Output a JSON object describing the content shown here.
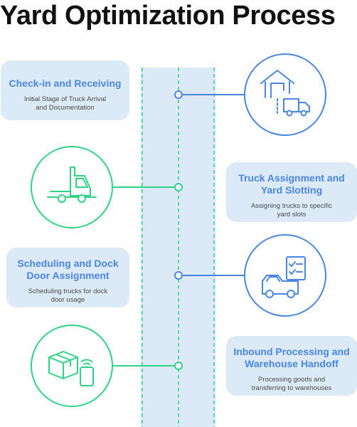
{
  "title": "Yard Optimization Process",
  "colors": {
    "blue": "#4a86e0",
    "green": "#2ed385",
    "card_bg": "#dce9f7"
  },
  "steps": [
    {
      "title": "Check-in and Receiving",
      "subtitle": "Initial Stage of Truck Arrival and Documentation",
      "icon": "warehouse-truck-icon"
    },
    {
      "title": "Truck Assignment and Yard Slotting",
      "subtitle": "Assigning trucks to specific yard slots",
      "icon": "semi-truck-icon"
    },
    {
      "title": "Scheduling and Dock Door Assignment",
      "subtitle": "Scheduling trucks for dock door usage",
      "icon": "truck-checklist-icon"
    },
    {
      "title": "Inbound Processing and Warehouse Handoff",
      "subtitle": "Processing goods and transferring to warehouses",
      "icon": "package-scanner-icon"
    }
  ]
}
